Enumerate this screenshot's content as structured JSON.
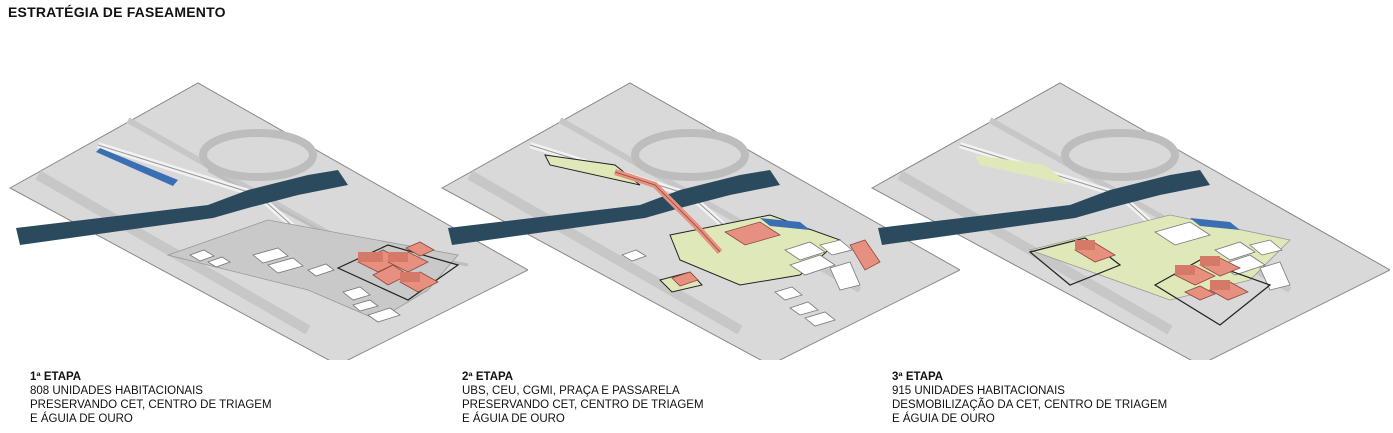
{
  "title": "ESTRATÉGIA DE FASEAMENTO",
  "colors": {
    "ground": "#d9d9d9",
    "road": "#c7c7c7",
    "water": "#2b4a5e",
    "new_building": "#e8907f",
    "existing_building": "#ffffff",
    "green": "#dfe8b8",
    "blue_accent": "#3a6fb3"
  },
  "phases": [
    {
      "heading": "1ª ETAPA",
      "lines": [
        "808 UNIDADES HABITACIONAIS",
        "PRESERVANDO CET, CENTRO DE TRIAGEM",
        "E ÁGUIA DE OURO"
      ]
    },
    {
      "heading": "2ª ETAPA",
      "lines": [
        "UBS, CEU, CGMI, PRAÇA E PASSARELA",
        "PRESERVANDO CET, CENTRO DE TRIAGEM",
        "E ÁGUIA DE OURO"
      ]
    },
    {
      "heading": "3ª ETAPA",
      "lines": [
        "915 UNIDADES HABITACIONAIS",
        "DESMOBILIZAÇÃO DA CET, CENTRO DE TRIAGEM",
        "E ÁGUIA DE OURO"
      ]
    }
  ]
}
